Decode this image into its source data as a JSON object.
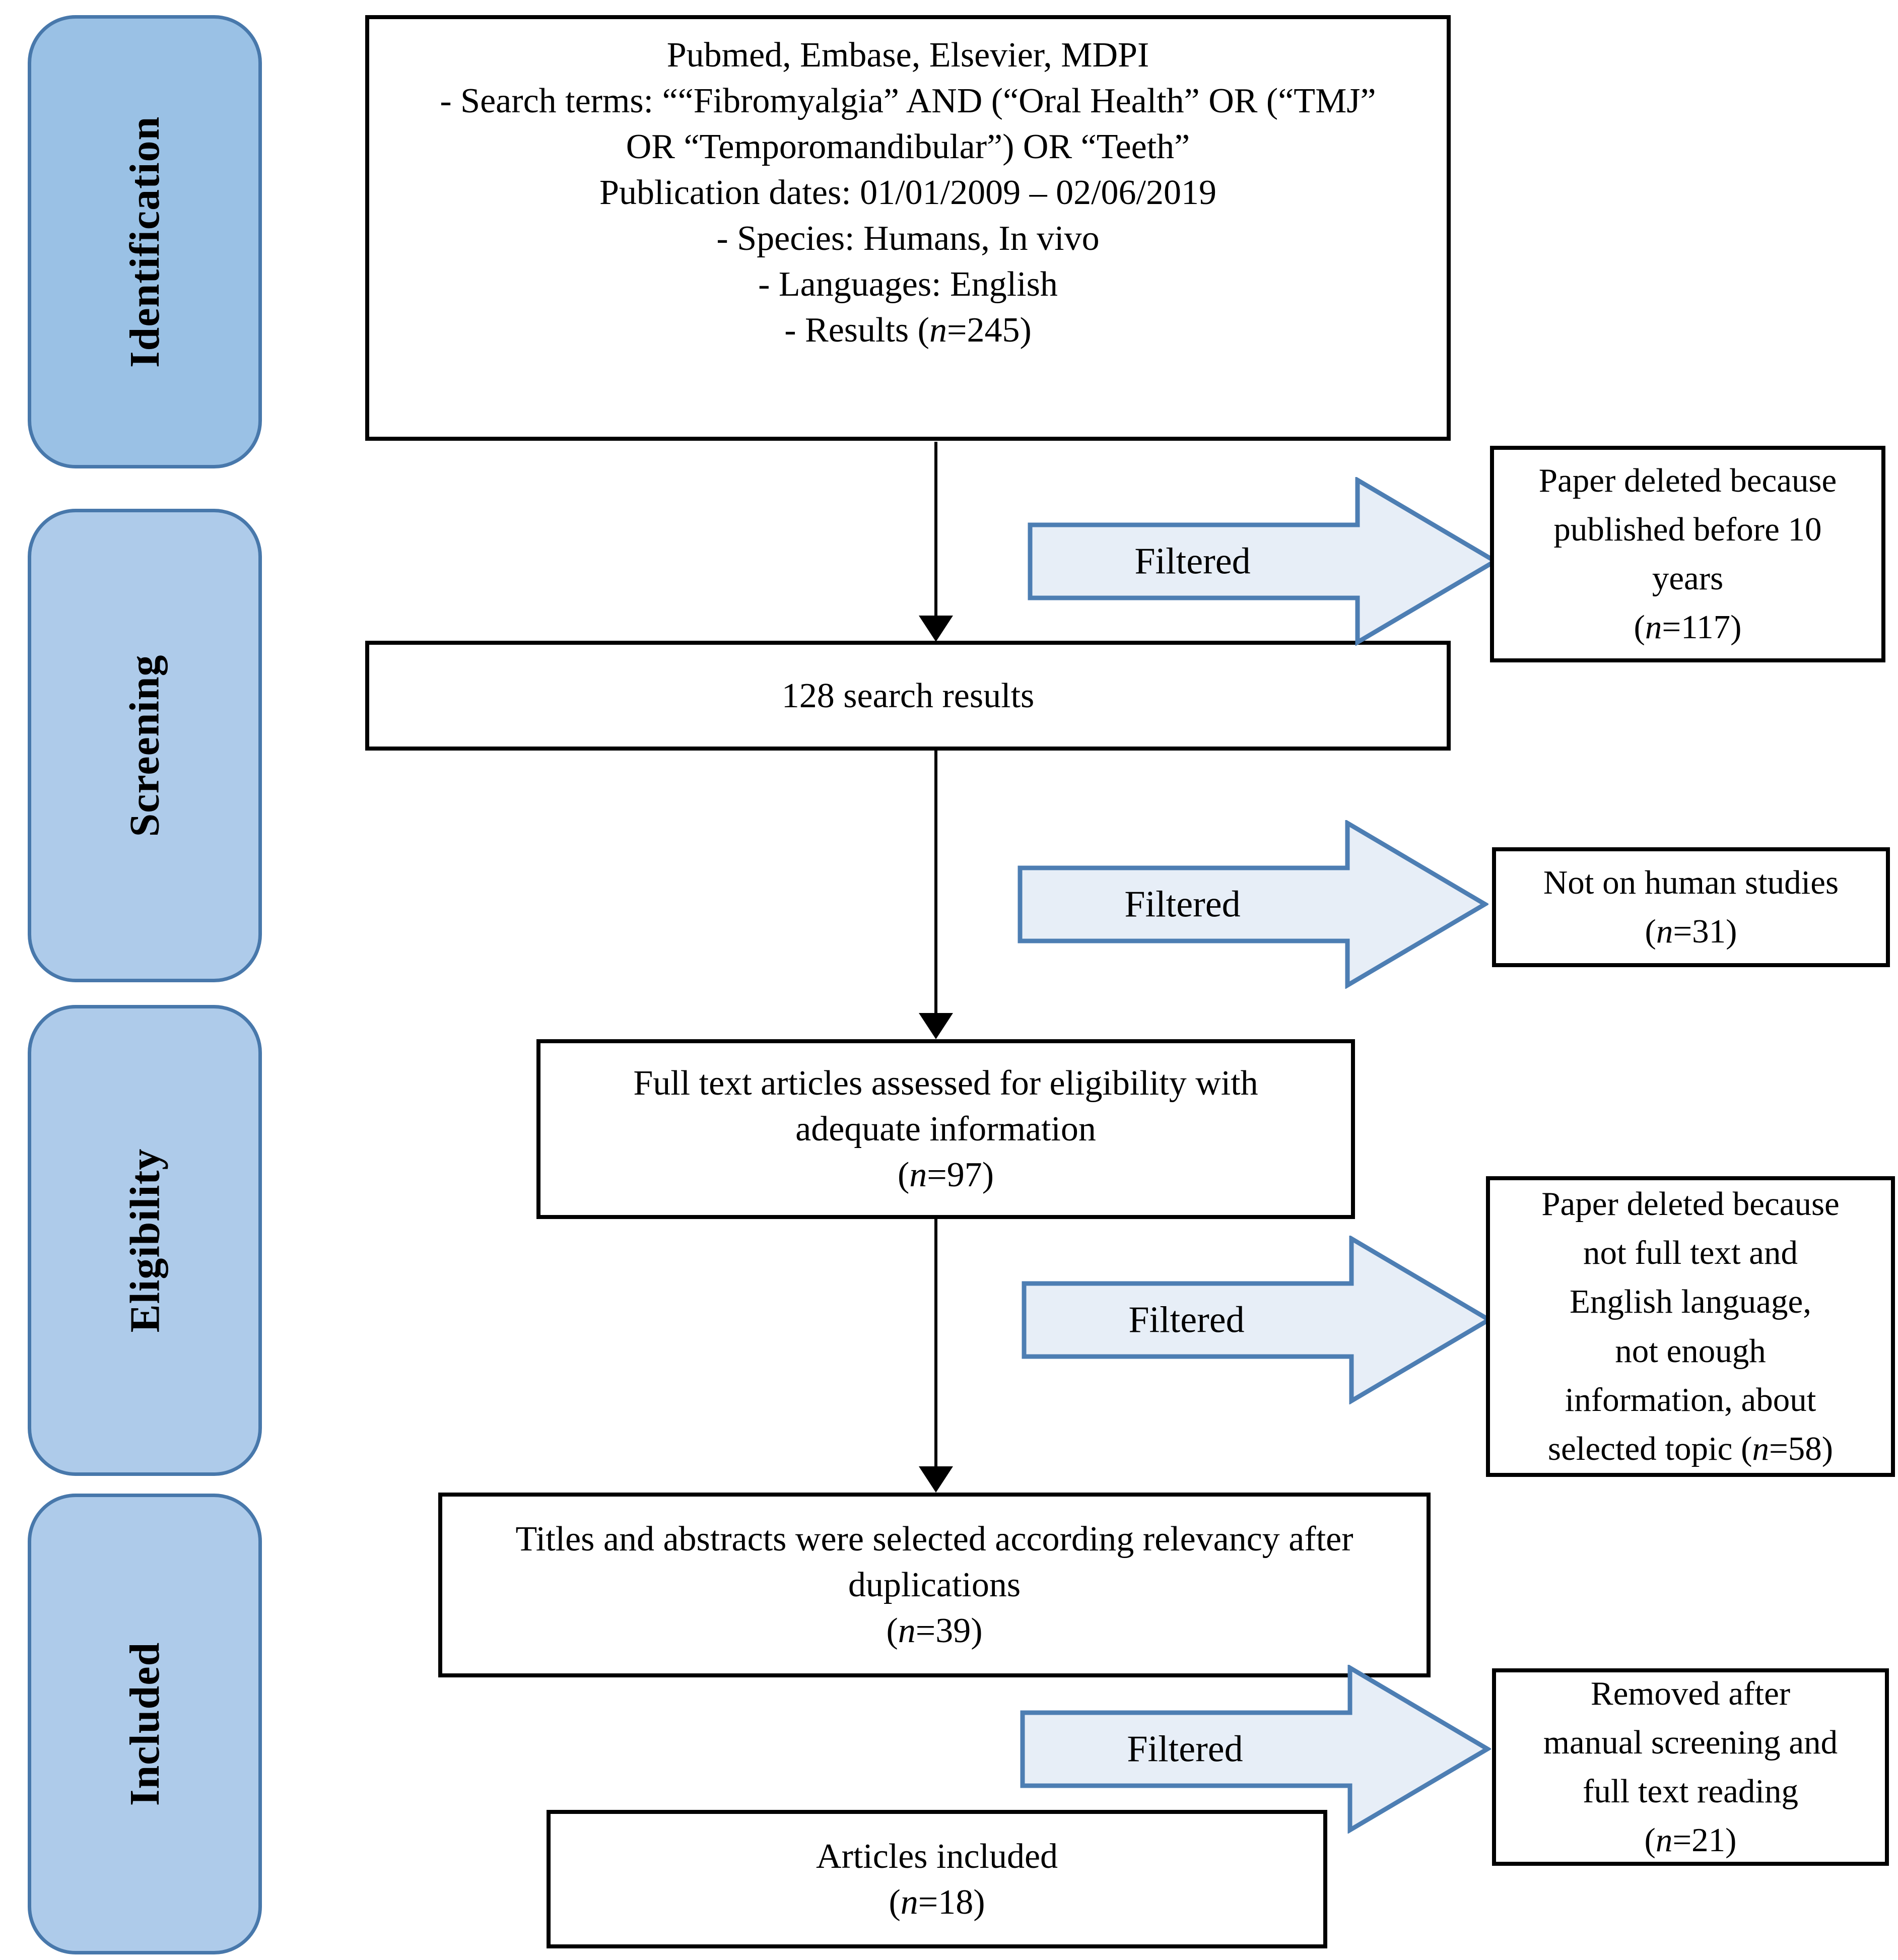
{
  "colors": {
    "stage_fill_first": "#9ac1e5",
    "stage_fill": "#aecbea",
    "stage_border": "#4878ab",
    "arrow_fill": "#e7eef7",
    "arrow_border": "#4d7eb3",
    "box_border": "#000000",
    "background": "#ffffff"
  },
  "sidebar": {
    "stages": [
      {
        "label": "Identification"
      },
      {
        "label": "Screening"
      },
      {
        "label": "Eligibility"
      },
      {
        "label": "Included"
      }
    ]
  },
  "flow": {
    "sources_box": {
      "lines": [
        "Pubmed, Embase, Elsevier, MDPI",
        "- Search terms: ““Fibromyalgia” AND (“Oral Health” OR (“TMJ”",
        "OR “Temporomandibular”) OR “Teeth”",
        "Publication dates: 01/01/2009 – 02/06/2019",
        "- Species: Humans, In vivo",
        "- Languages: English",
        "- Results (n=245)"
      ]
    },
    "search_results_box": {
      "lines": [
        "128 search results"
      ]
    },
    "full_text_box": {
      "lines": [
        "Full text articles assessed for eligibility with",
        "adequate information",
        "(n=97)"
      ]
    },
    "titles_box": {
      "lines": [
        "Titles and abstracts were selected according relevancy after",
        "duplications",
        "(n=39)"
      ]
    },
    "included_box": {
      "lines": [
        "Articles included",
        "(n=18)"
      ]
    }
  },
  "filters": [
    {
      "label": "Filtered",
      "result_lines": [
        "Paper deleted because",
        "published before 10",
        "years",
        "(n=117)"
      ]
    },
    {
      "label": "Filtered",
      "result_lines": [
        "Not on human studies",
        "(n=31)"
      ]
    },
    {
      "label": "Filtered",
      "result_lines": [
        "Paper deleted because",
        "not full text and",
        "English language,",
        "not enough",
        "information, about",
        "selected topic (n=58)"
      ]
    },
    {
      "label": "Filtered",
      "result_lines": [
        "Removed after",
        "manual screening and",
        "full text reading",
        "(n=21)"
      ]
    }
  ]
}
